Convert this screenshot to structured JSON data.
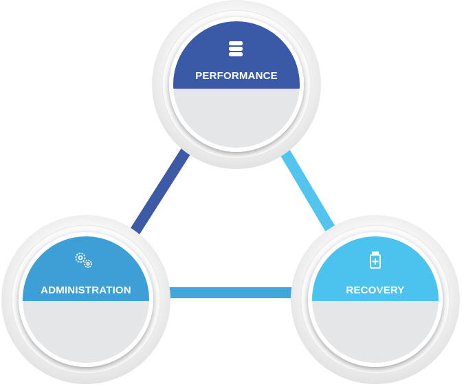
{
  "nodes": {
    "performance": {
      "label": "PERFORMANCE",
      "icon": "database-icon",
      "color": "#3a5aa8"
    },
    "administration": {
      "label": "ADMINISTRATION",
      "icon": "gears-icon",
      "color": "#3d9fd6"
    },
    "recovery": {
      "label": "RECOVERY",
      "icon": "medicine-bottle-icon",
      "color": "#4cc3ee"
    }
  },
  "connectors": {
    "performance_administration": {
      "color": "#3c5aa6"
    },
    "performance_recovery": {
      "color": "#52c4ee"
    },
    "administration_recovery": {
      "color": "#40a6dc"
    }
  },
  "colors": {
    "body_fill": "#e5e6e8",
    "ring": "#f4f4f4",
    "background": "#ffffff"
  }
}
